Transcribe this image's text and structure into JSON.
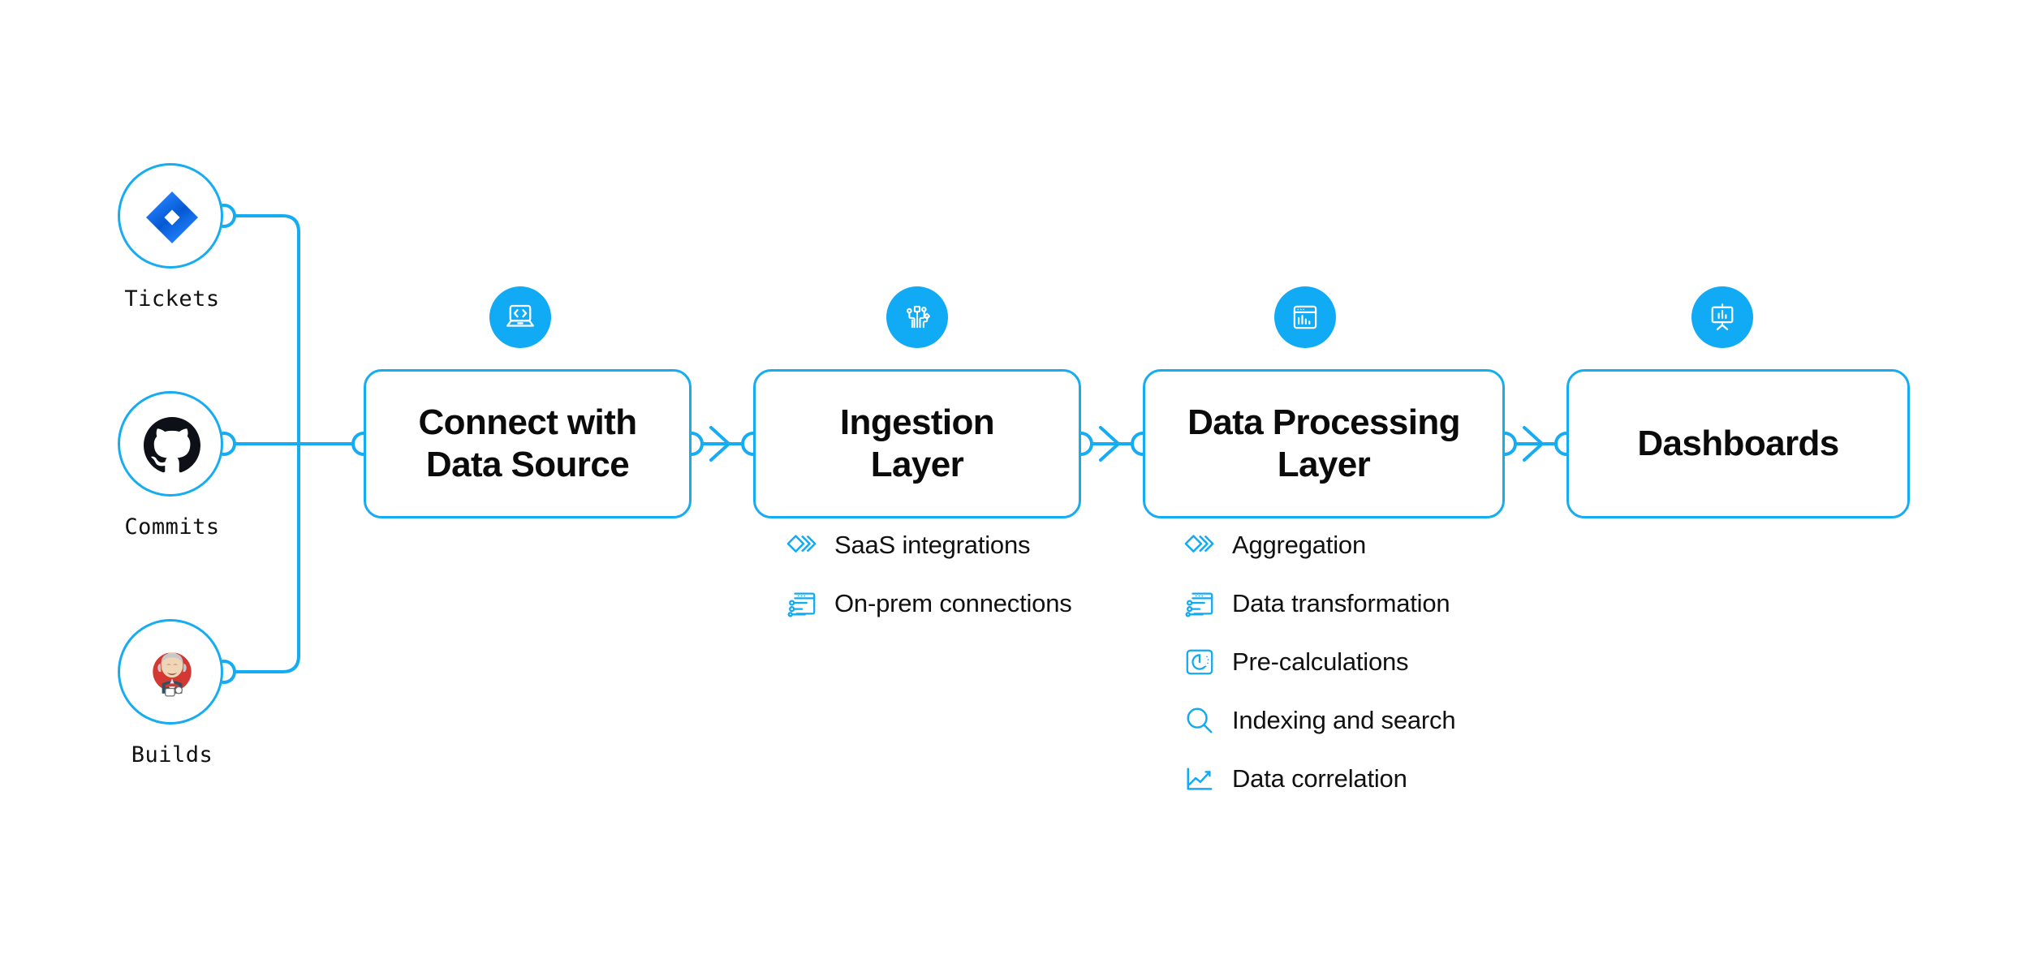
{
  "theme": {
    "accent": "#16ACF2",
    "badge_fill": "#11AAF4",
    "text": "#111111",
    "background": "#ffffff",
    "jira_blue": "#2684FF",
    "github_black": "#0D1117",
    "jenkins_red": "#D33833"
  },
  "sources": [
    {
      "label": "Tickets",
      "icon": "jira-logo"
    },
    {
      "label": "Commits",
      "icon": "github-logo"
    },
    {
      "label": "Builds",
      "icon": "jenkins-logo"
    }
  ],
  "stages": [
    {
      "title": "Connect with\nData Source",
      "title_line1": "Connect with",
      "title_line2": "Data Source",
      "icon": "laptop-code-icon",
      "features": []
    },
    {
      "title": "Ingestion\nLayer",
      "title_line1": "Ingestion",
      "title_line2": "Layer",
      "icon": "circuit-nodes-icon",
      "features": [
        {
          "label": "SaaS integrations",
          "icon": "stacked-diamonds-icon"
        },
        {
          "label": "On-prem connections",
          "icon": "browser-sliders-icon"
        }
      ]
    },
    {
      "title": "Data Processing\nLayer",
      "title_line1": "Data Processing",
      "title_line2": "Layer",
      "icon": "browser-barchart-icon",
      "features": [
        {
          "label": "Aggregation",
          "icon": "stacked-diamonds-icon"
        },
        {
          "label": "Data transformation",
          "icon": "browser-sliders-icon"
        },
        {
          "label": "Pre-calculations",
          "icon": "gauge-square-icon"
        },
        {
          "label": "Indexing and search",
          "icon": "magnifier-icon"
        },
        {
          "label": "Data correlation",
          "icon": "line-chart-icon"
        }
      ]
    },
    {
      "title": "Dashboards",
      "title_line1": "Dashboards",
      "title_line2": "",
      "icon": "presentation-chart-icon",
      "features": []
    }
  ],
  "connectors": {
    "arrow_count": 3,
    "port_count": 8
  }
}
